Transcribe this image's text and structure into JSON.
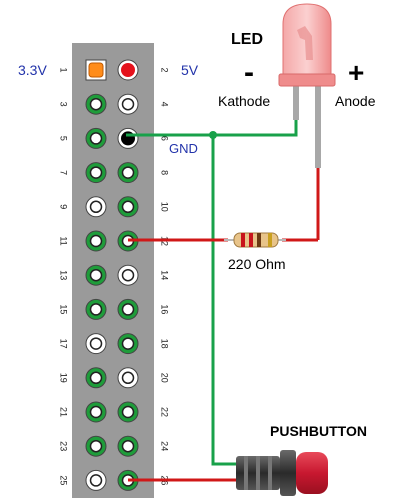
{
  "labels": {
    "v33": "3.3V",
    "v5": "5V",
    "gnd": "GND",
    "led_title": "LED",
    "minus": "-",
    "plus": "+",
    "kathode": "Kathode",
    "anode": "Anode",
    "resistor": "220 Ohm",
    "pushbutton": "PUSHBUTTON"
  },
  "pin_numbers": {
    "left": [
      "1",
      "3",
      "5",
      "7",
      "9",
      "11",
      "13",
      "15",
      "17",
      "19",
      "21",
      "23",
      "25"
    ],
    "right": [
      "2",
      "4",
      "6",
      "8",
      "10",
      "12",
      "14",
      "16",
      "18",
      "20",
      "22",
      "24",
      "26"
    ]
  },
  "pin_types": {
    "left": [
      "3v3",
      "gpio",
      "gpio",
      "gpio",
      "gnd",
      "gpio",
      "gpio",
      "gpio",
      "3v3",
      "gpio",
      "gpio",
      "gpio",
      "gnd"
    ],
    "right": [
      "5v",
      "5v",
      "gnd-used",
      "gpio",
      "gpio",
      "gpio-used",
      "gnd",
      "gpio",
      "gpio",
      "gnd",
      "gpio",
      "gpio",
      "gpio-used"
    ]
  },
  "colors": {
    "header": "#9a9a9a",
    "gpio": "#1e9c3a",
    "wire_green": "#18a14a",
    "wire_red": "#d01818",
    "label_blue": "#2233aa",
    "led": "#f08a8a",
    "button_red": "#d4203a"
  }
}
